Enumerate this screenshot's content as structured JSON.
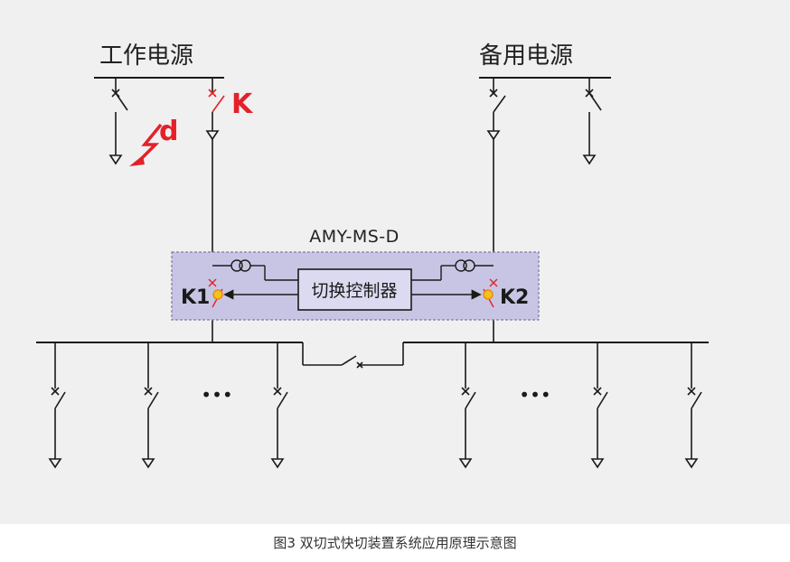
{
  "diagram": {
    "title_left": "工作电源",
    "title_right": "备用电源",
    "device_label": "AMY-MS-D",
    "controller_label": "切换控制器",
    "breaker_k": "K",
    "fault_d": "d",
    "breaker_k1": "K1",
    "breaker_k2": "K2",
    "ellipsis_left": "•••",
    "ellipsis_right": "•••",
    "colors": {
      "line": "#1a1a1a",
      "accent_red": "#e5202a",
      "device_fill": "#c8c5e4",
      "device_border": "#7c79ad",
      "k_indicator": "#f2c31a",
      "background": "#f0f0f0"
    }
  },
  "caption": "图3 双切式快切装置系统应用原理示意图"
}
